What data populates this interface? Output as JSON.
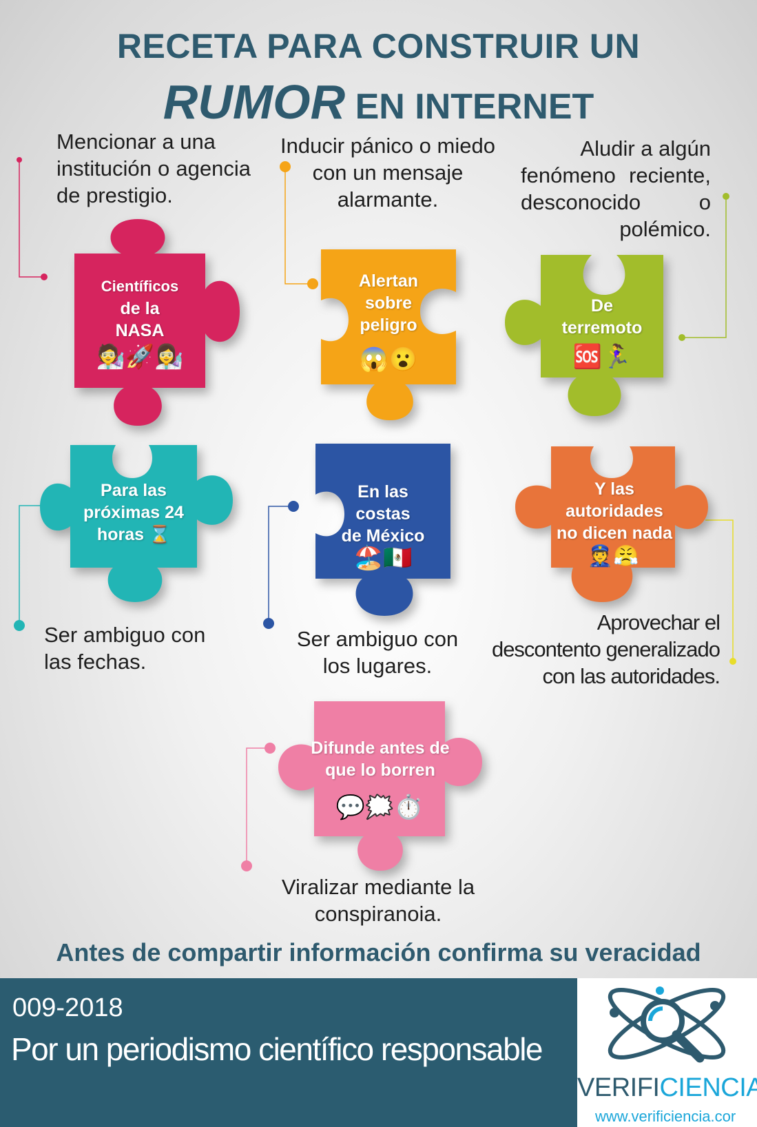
{
  "header": {
    "title_line1": "RECETA PARA CONSTRUIR UN",
    "title_big": "RUMOR",
    "title_rest": "EN INTERNET"
  },
  "pieces": [
    {
      "label": "Científicos de la NASA",
      "line1": "Científicos",
      "line2": "de la",
      "line3": "NASA",
      "emojis": "🧑‍🔬🚀👩‍🔬",
      "color": "#d6245e",
      "description": "Mencionar a una institución o agencia de prestigio.",
      "desc_lines": [
        "Mencionar a una",
        "institución o agencia",
        "de prestigio."
      ]
    },
    {
      "label": "Alertan sobre peligro",
      "line1": "Alertan",
      "line2": "sobre",
      "line3": "peligro",
      "emojis": "😱😮",
      "color": "#f5a417",
      "description": "Inducir pánico o miedo con un mensaje alarmante.",
      "desc_lines": [
        "Inducir pánico o miedo",
        "con un mensaje",
        "alarmante."
      ]
    },
    {
      "label": "De terremoto",
      "line1": "De",
      "line2": "terremoto",
      "emojis": "🆘🏃‍♀️",
      "color": "#a2bd2b",
      "description": "Aludir a algún fenómeno reciente, desconocido o polémico.",
      "desc_lines": [
        "Aludir a algún",
        "fenómeno reciente,",
        "desconocido o",
        "polémico."
      ]
    },
    {
      "label": "Para las próximas 24 horas",
      "line1": "Para las",
      "line2": "próximas 24",
      "line3": "horas ⌛",
      "color": "#22b5b5",
      "description": "Ser ambiguo con las fechas.",
      "desc_lines": [
        "Ser ambiguo con",
        "las fechas."
      ]
    },
    {
      "label": "En las costas de México",
      "line1": "En las",
      "line2": "costas",
      "line3": "de México",
      "emojis": "🏖️🇲🇽",
      "color": "#2c55a4",
      "description": "Ser ambiguo con los lugares.",
      "desc_lines": [
        "Ser ambiguo con",
        "los lugares."
      ]
    },
    {
      "label": "Y las autoridades no dicen nada",
      "line1": "Y las",
      "line2": "autoridades",
      "line3": "no dicen nada",
      "emojis": "👮😤",
      "color": "#e8743a",
      "description": "Aprovechar el descontento generalizado con las autoridades.",
      "desc_lines": [
        "Aprovechar el",
        "descontento generalizado",
        "con las autoridades."
      ]
    },
    {
      "label": "Difunde antes de que lo borren",
      "line1": "Difunde antes de",
      "line2": "que lo borren",
      "emojis": "💬🗯️⏱️",
      "color": "#ef7fa5",
      "description": "Viralizar mediante la conspiranoia.",
      "desc_lines": [
        "Viralizar mediante la",
        "conspiranoia."
      ]
    }
  ],
  "tagline": "Antes de compartir información confirma su veracidad",
  "footer": {
    "code": "009-2018",
    "slogan": "Por un periodismo científico responsable"
  },
  "logo": {
    "name_part1": "VERIFI",
    "name_part2": "CIENCIA",
    "url": "www.verificiencia.cor"
  },
  "colors": {
    "title": "#2e5a6e",
    "footer_bg": "#2b5c70",
    "accent": "#1aa6d9"
  },
  "icons": [
    "atom-magnifier-logo-icon"
  ]
}
